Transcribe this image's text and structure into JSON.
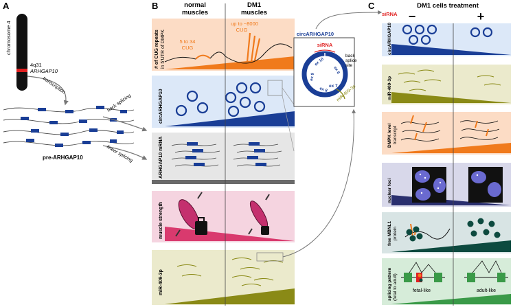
{
  "panels": {
    "a": "A",
    "b": "B",
    "c": "C"
  },
  "panel_a": {
    "chromosome": "chromosome 4",
    "locus": "4q31",
    "gene": "ARHGAP10",
    "transcription": "transcription",
    "back_splicing": "back splicing",
    "linear_splicing": "linear splicing",
    "pre_transcript": "pre-ARHGAP10"
  },
  "panel_b": {
    "col_normal": [
      "normal",
      "muscles"
    ],
    "col_dm1": [
      "DM1",
      "muscles"
    ],
    "rows": {
      "cug": [
        "# of CUG repeats",
        "in 5'UTR of DMPK"
      ],
      "circ": "circARHGAP10",
      "mrna": "ARHGAP10 mRNA",
      "strength": "muscle strength",
      "mir": "miR-409-3p"
    },
    "cug_normal": [
      "5 to 34",
      "CUG"
    ],
    "cug_dm1": [
      "up to ~8000",
      "CUG"
    ]
  },
  "circ_detail": {
    "title": "circARHGAP10",
    "sirna": "siRNA",
    "back_splice_site": [
      "back",
      "splice",
      "site"
    ],
    "exons": [
      "ex 10",
      "ex 9",
      "ex 8",
      "ex 7",
      "ex 6"
    ],
    "mir": "miR-409-3p"
  },
  "panel_c": {
    "sirna": "siRNA",
    "title": "DM1 cells treatment",
    "minus": "−",
    "plus": "+",
    "rows": {
      "circ": "circARHGAP10",
      "mir": "miR-409-3p",
      "dmpk": [
        "DMPK level",
        "transcript"
      ],
      "foci": "nuclear foci",
      "mbnl": [
        "free MBNL1",
        "protein"
      ],
      "splicing": [
        "splicing pattern",
        "(fetal to adult)"
      ]
    },
    "fetal_like": "fetal-like",
    "adult_like": "adult-like"
  },
  "colors": {
    "orange_bg": "#fcdcc5",
    "orange": "#f07a1c",
    "blue_bg": "#dce8f8",
    "blue": "#1a3e96",
    "gray_bg": "#e6e6e6",
    "gray": "#6a6a6a",
    "pink_bg": "#f5d4e0",
    "pink": "#d93a6e",
    "olive_bg": "#ebeacc",
    "olive": "#8a8a16",
    "lavender_bg": "#d8d8ea",
    "navy": "#2a2f6e",
    "teal_bg": "#d8e4e4",
    "teal": "#0d4a3f",
    "green_bg": "#d6ecd9",
    "green": "#3a9a48",
    "red": "#e02020"
  }
}
